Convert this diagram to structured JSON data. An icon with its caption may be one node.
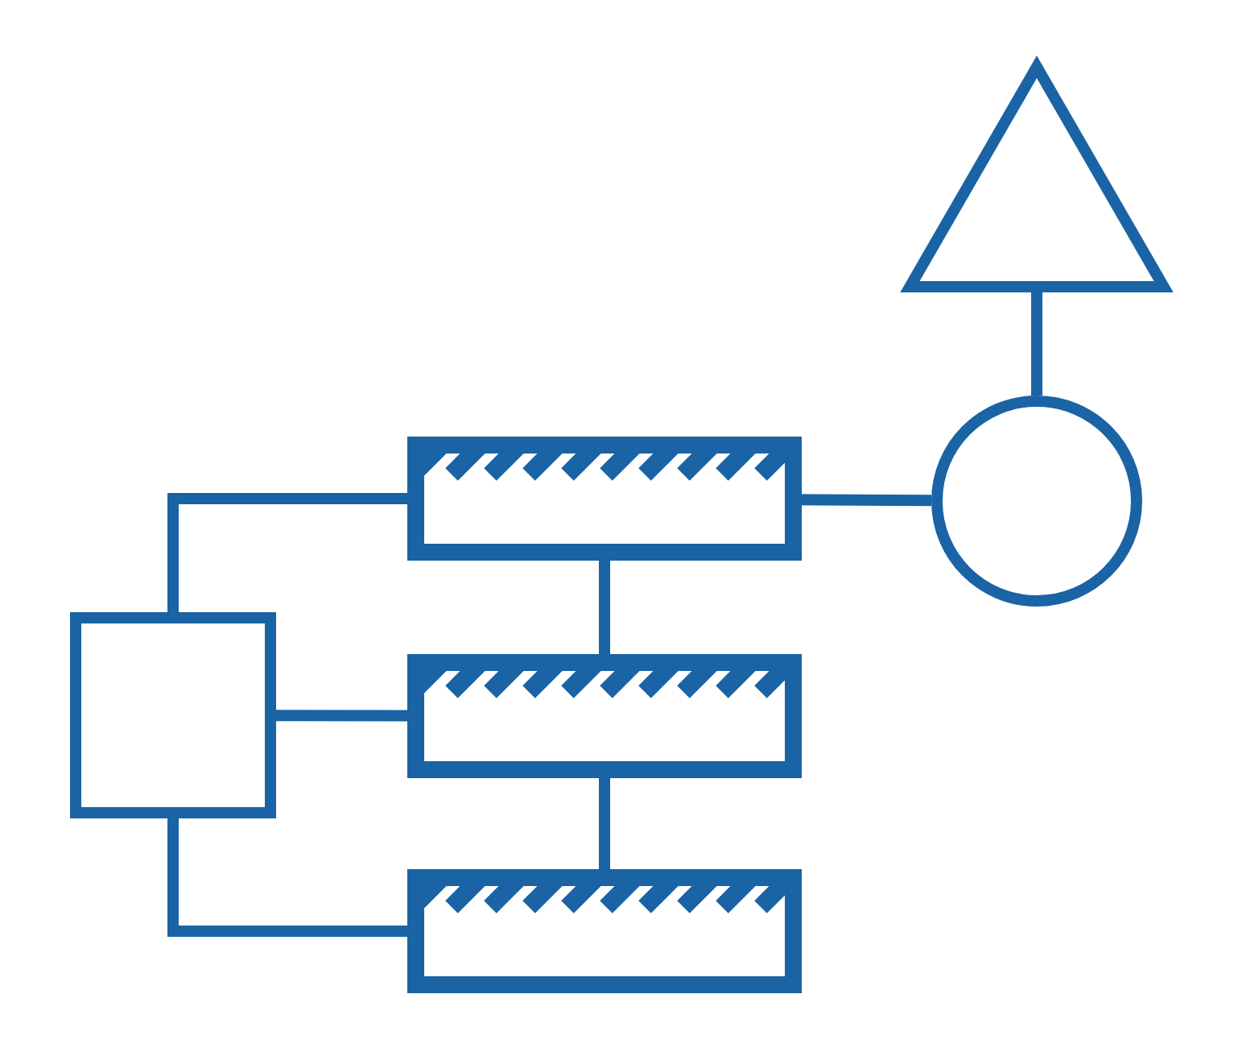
{
  "diagram": {
    "nodes": [
      {
        "text": [],
        "shape": "box"
      },
      {
        "text": [],
        "shape": "bar"
      },
      {
        "text": [],
        "shape": "bar"
      },
      {
        "text": [],
        "shape": "bar"
      },
      {
        "text": [],
        "shape": "circle"
      },
      {
        "text": [],
        "shape": "triangle"
      }
    ],
    "edges": [
      {
        "from": 0,
        "to": 1,
        "arrow": "none"
      },
      {
        "from": 0,
        "to": 2,
        "arrow": "none"
      },
      {
        "from": 0,
        "to": 3,
        "arrow": "none"
      },
      {
        "from": 1,
        "to": 2,
        "arrow": "none"
      },
      {
        "from": 2,
        "to": 3,
        "arrow": "none"
      },
      {
        "from": 1,
        "to": 4,
        "arrow": "none"
      },
      {
        "from": 4,
        "to": 5,
        "arrow": "none"
      }
    ]
  }
}
